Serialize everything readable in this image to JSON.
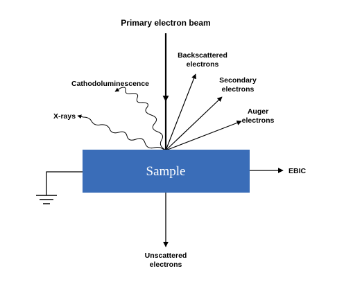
{
  "labels": {
    "primary_beam": "Primary electron beam",
    "backscattered_line1": "Backscattered",
    "backscattered_line2": "electrons",
    "cathodoluminescence": "Cathodoluminescence",
    "secondary_line1": "Secondary",
    "secondary_line2": "electrons",
    "auger_line1": "Auger",
    "auger_line2": "electrons",
    "xrays": "X-rays",
    "sample": "Sample",
    "ebic": "EBIC",
    "unscattered_line1": "Unscattered",
    "unscattered_line2": "electrons"
  },
  "colors": {
    "sample_fill": "#3a6db8",
    "line": "#000000",
    "sample_text": "#ffffff"
  },
  "icons": {
    "ground": "ground-symbol-icon"
  }
}
